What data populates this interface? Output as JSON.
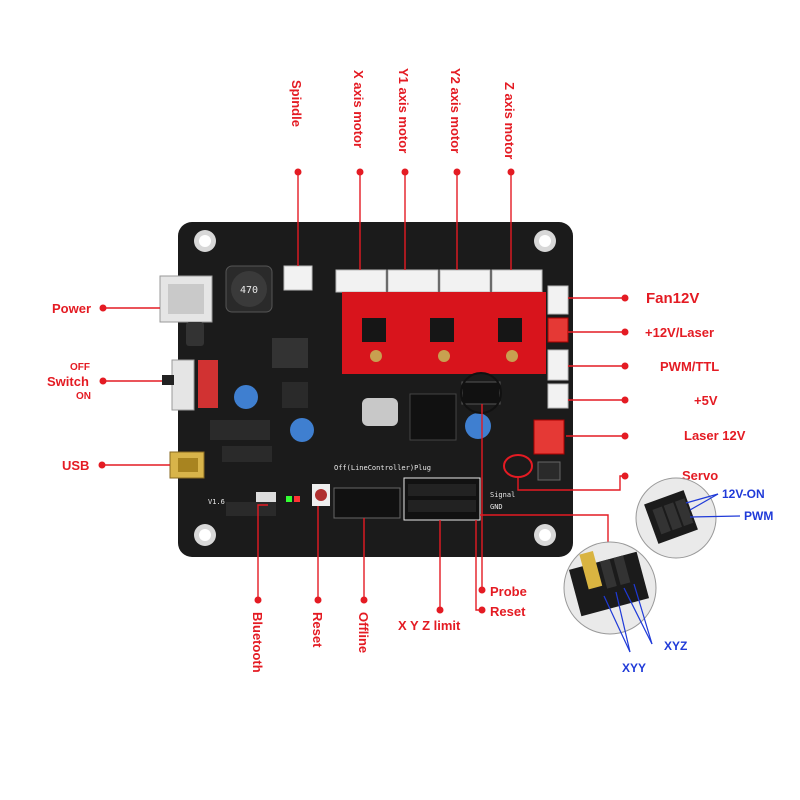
{
  "labels": {
    "top": {
      "spindle": "Spindle",
      "x_axis_motor": "X axis motor",
      "y1_axis_motor": "Y1 axis motor",
      "y2_axis_motor": "Y2 axis motor",
      "z_axis_motor": "Z axis motor"
    },
    "left": {
      "power": "Power",
      "switch_off": "OFF",
      "switch": "Switch",
      "switch_on": "ON",
      "usb": "USB"
    },
    "right": {
      "fan12v": "Fan12V",
      "plus12v_laser": "+12V/Laser",
      "pwm_ttl": "PWM/TTL",
      "plus5v": "+5V",
      "laser12v": "Laser 12V",
      "servo": "Servo"
    },
    "bottom": {
      "bluetooth": "Bluetooth",
      "reset": "Reset",
      "offline": "Offline",
      "xyz_limit": "X Y Z limit",
      "probe": "Probe",
      "reset2": "Reset"
    },
    "insets": {
      "v12_on": "12V-ON",
      "pwm": "PWM",
      "xyz": "XYZ",
      "xyy": "XYY"
    }
  },
  "silkscreen": {
    "inductor": "470",
    "offline_header": "Off(LineController)Plug",
    "signal": "Signal",
    "gnd": "GND",
    "version": "V1.6"
  },
  "colors": {
    "label_red": "#e41b23",
    "label_blue": "#1f3ad8",
    "board": "#1b1b1b",
    "driver_red": "#d8141c"
  }
}
